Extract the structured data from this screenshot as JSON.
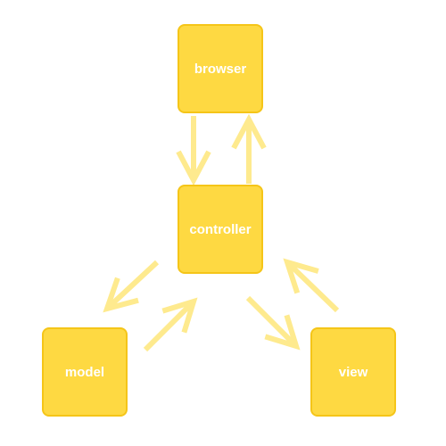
{
  "colors": {
    "node_fill": "#fed942",
    "node_border": "#f5c518",
    "node_text": "#ffffff",
    "arrow": "#feea8e"
  },
  "nodes": {
    "browser": {
      "label": "browser"
    },
    "controller": {
      "label": "controller"
    },
    "model": {
      "label": "model"
    },
    "view": {
      "label": "view"
    }
  },
  "edges": [
    {
      "from": "browser",
      "to": "controller"
    },
    {
      "from": "controller",
      "to": "browser"
    },
    {
      "from": "controller",
      "to": "model"
    },
    {
      "from": "model",
      "to": "controller"
    },
    {
      "from": "controller",
      "to": "view"
    },
    {
      "from": "view",
      "to": "controller"
    }
  ]
}
